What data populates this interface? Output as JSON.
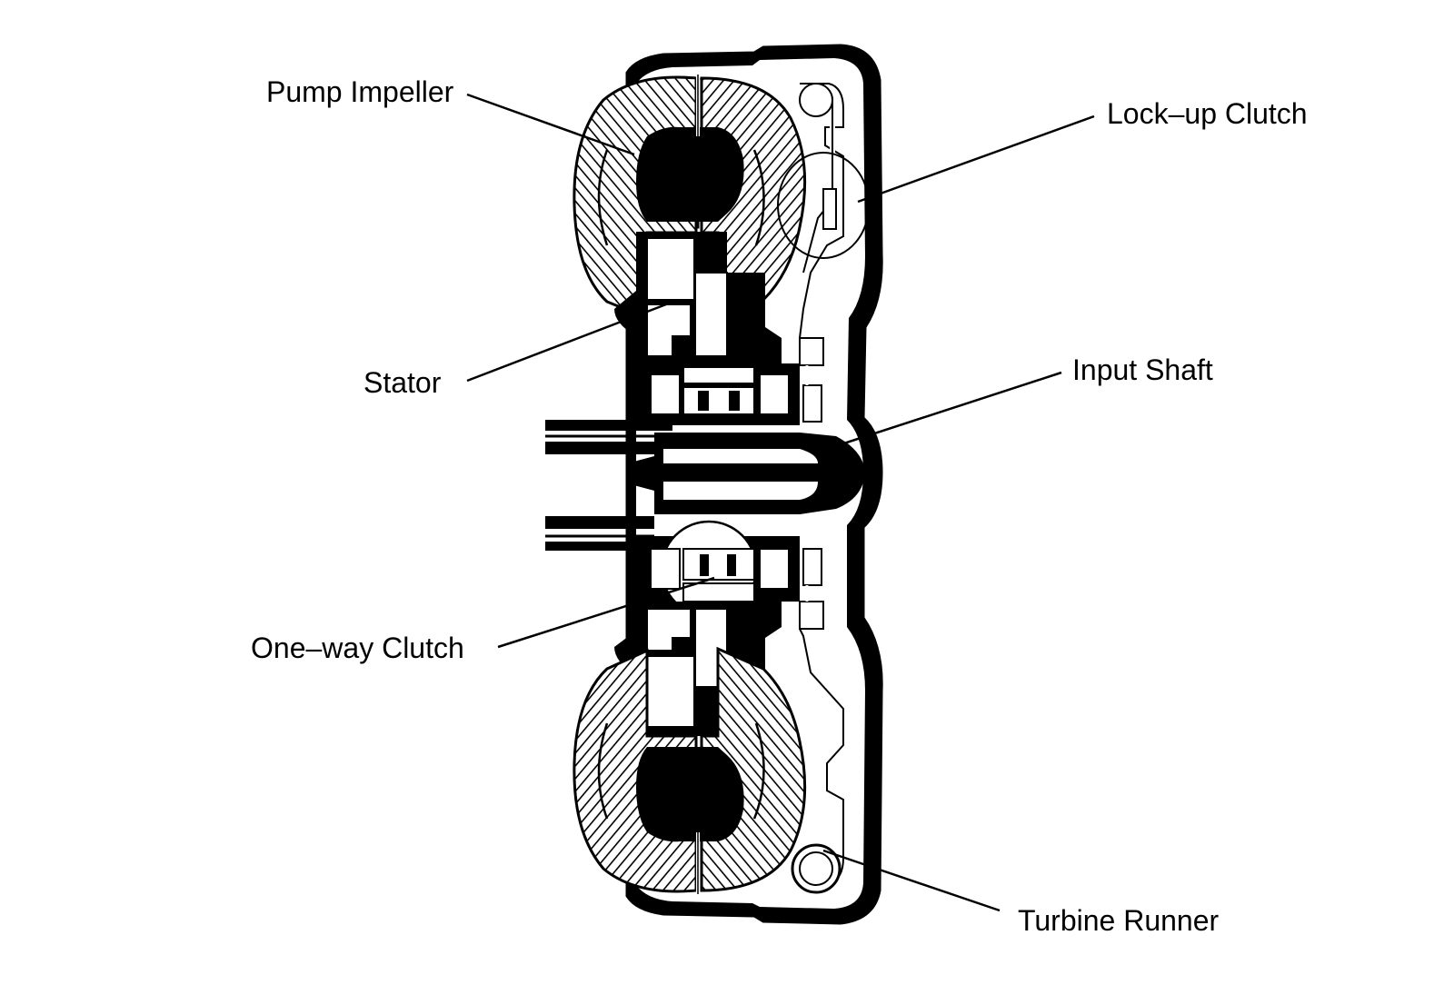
{
  "labels": {
    "pump_impeller": "Pump Impeller",
    "lockup_clutch": "Lock–up Clutch",
    "stator": "Stator",
    "input_shaft": "Input Shaft",
    "oneway_clutch": "One–way Clutch",
    "turbine_runner": "Turbine Runner"
  },
  "colors": {
    "ink": "#000000",
    "paper": "#ffffff"
  }
}
